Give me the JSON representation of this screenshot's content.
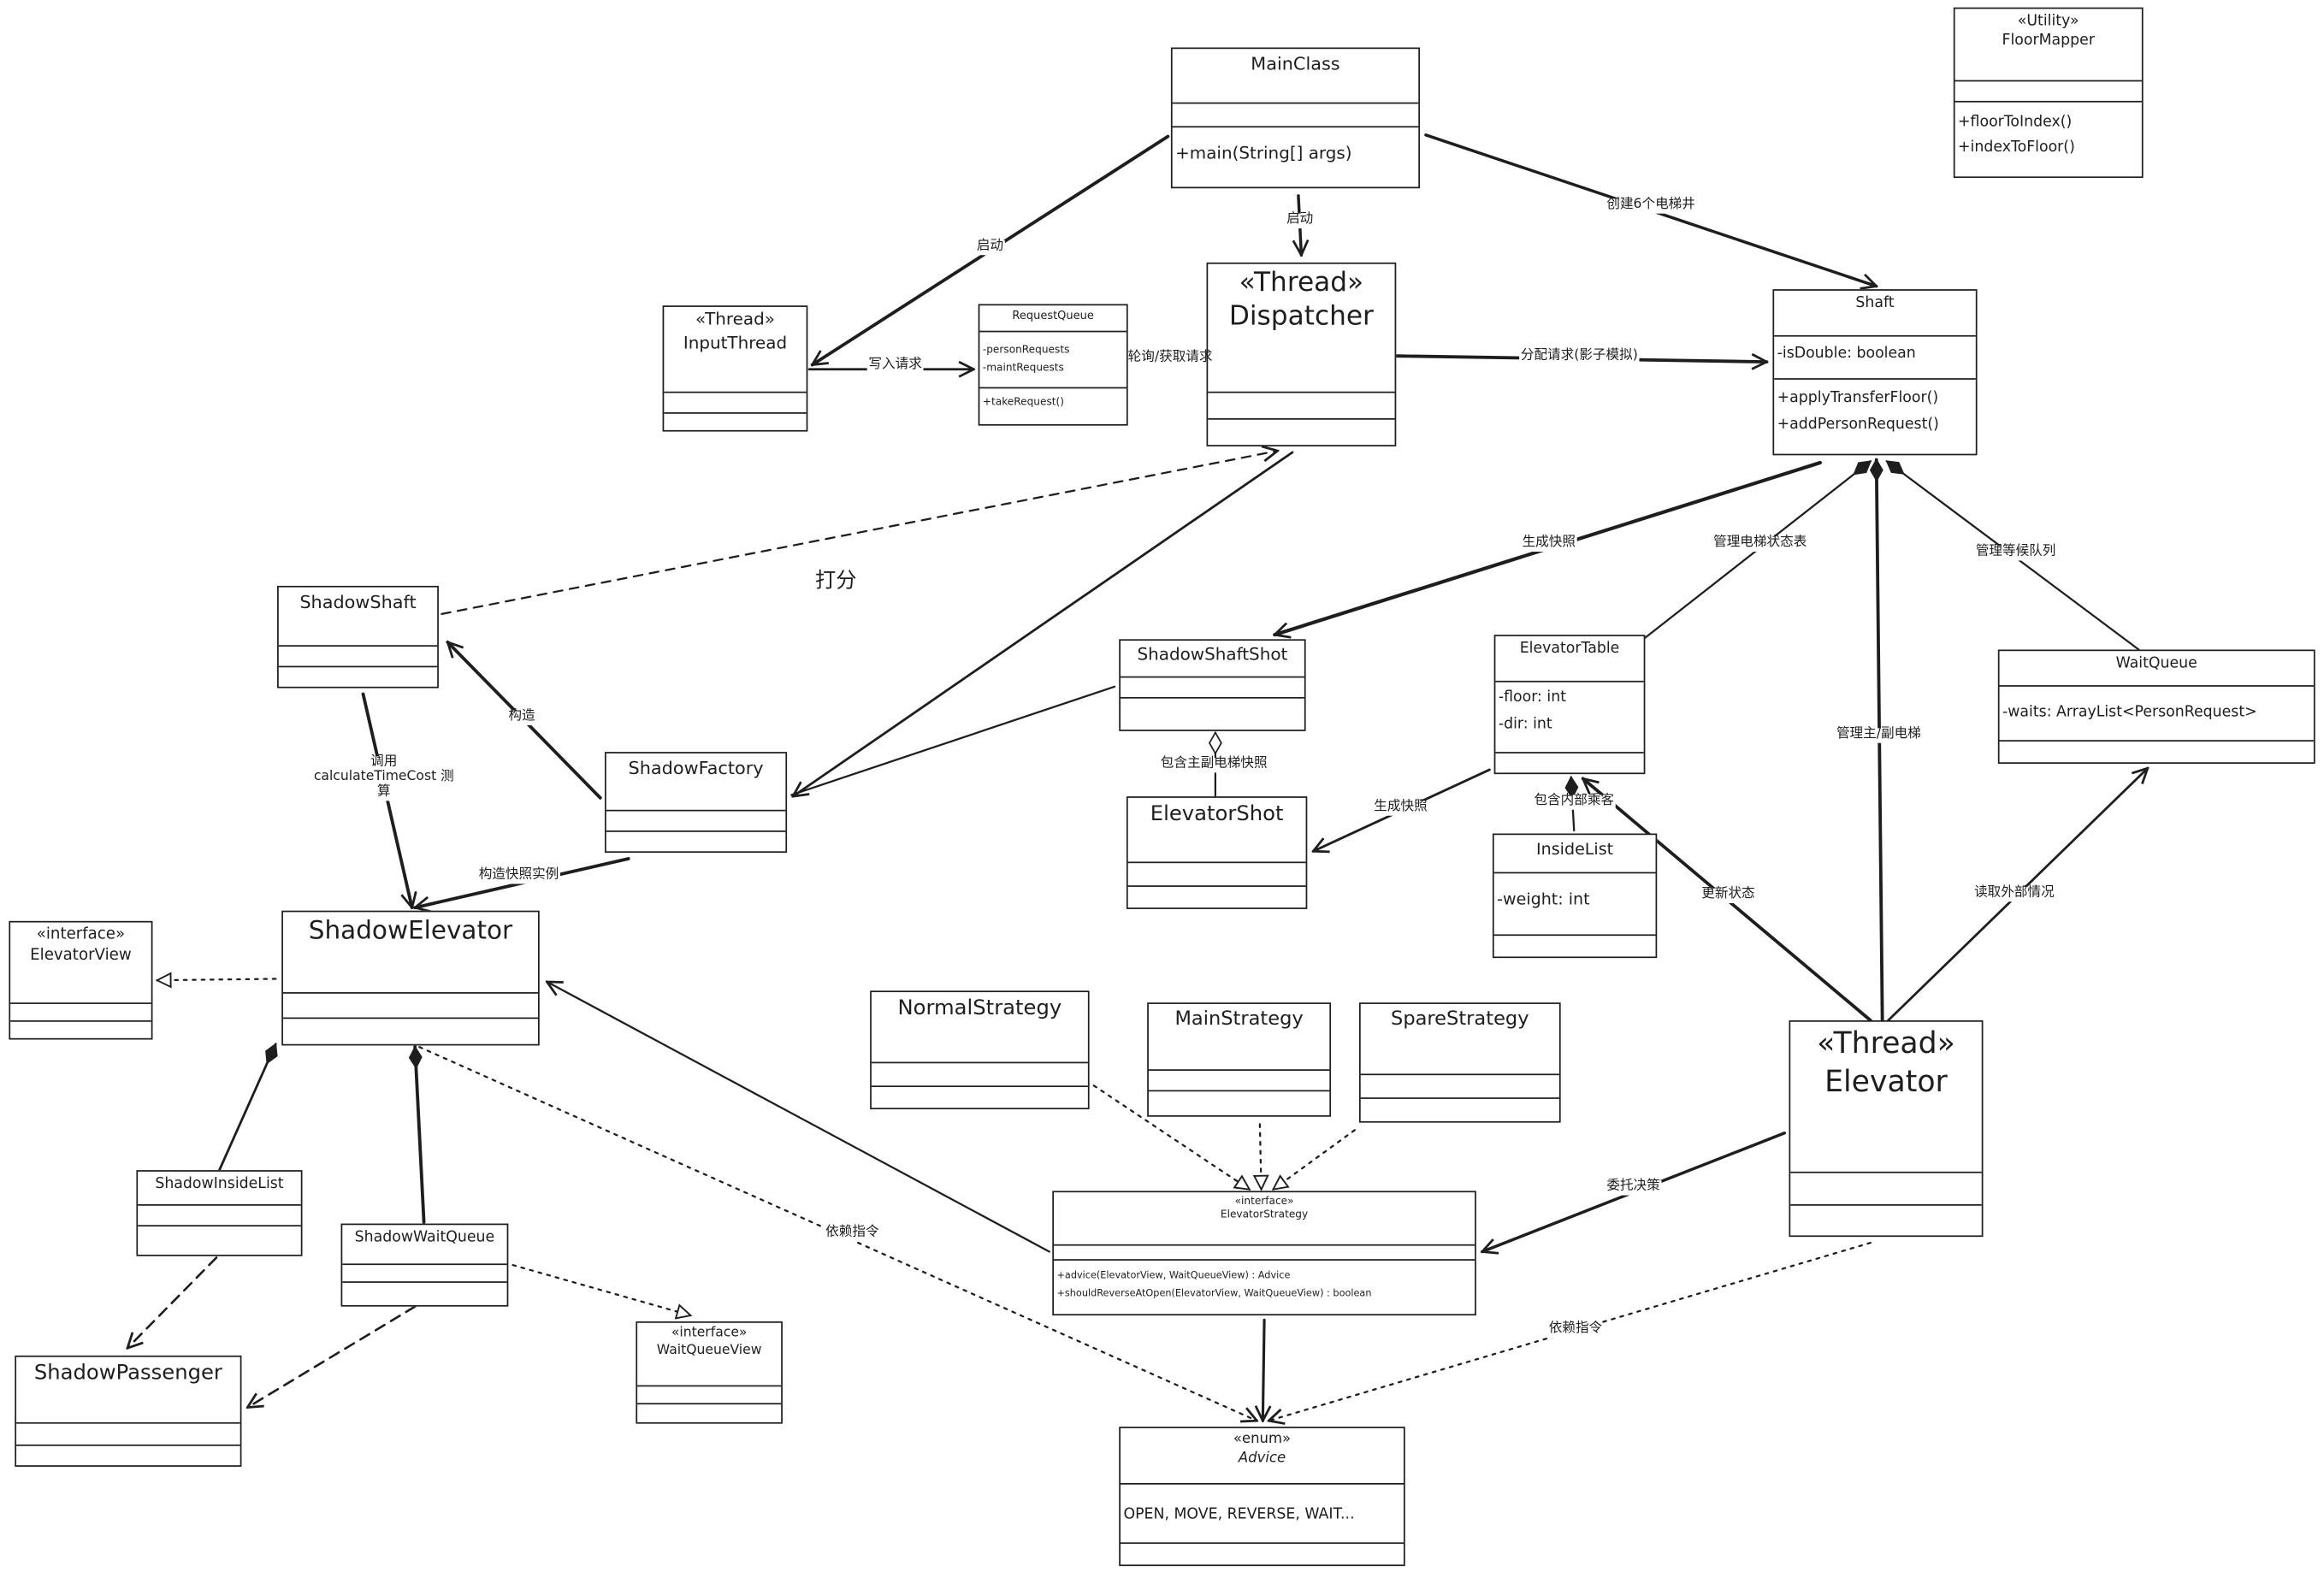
{
  "classes": {
    "main_class": {
      "title": "MainClass",
      "methods": [
        "+main(String[] args)"
      ]
    },
    "floor_mapper": {
      "stereotype": "«Utility»",
      "title": "FloorMapper",
      "methods": [
        "+floorToIndex()",
        "+indexToFloor()"
      ]
    },
    "input_thread": {
      "stereotype": "«Thread»",
      "title": "InputThread"
    },
    "request_queue": {
      "title": "RequestQueue",
      "attributes": [
        "-personRequests",
        "-maintRequests"
      ],
      "methods": [
        "+takeRequest()"
      ]
    },
    "dispatcher": {
      "stereotype": "«Thread»",
      "title": "Dispatcher"
    },
    "shaft": {
      "title": "Shaft",
      "attributes": [
        "-isDouble: boolean"
      ],
      "methods": [
        "+applyTransferFloor()",
        "+addPersonRequest()"
      ]
    },
    "shadow_shaft": {
      "title": "ShadowShaft"
    },
    "shadow_shaft_shot": {
      "title": "ShadowShaftShot"
    },
    "elevator_table": {
      "title": "ElevatorTable",
      "attributes": [
        "-floor: int",
        "-dir: int"
      ]
    },
    "wait_queue": {
      "title": "WaitQueue",
      "attributes": [
        "-waits: ArrayList<PersonRequest>"
      ]
    },
    "shadow_factory": {
      "title": "ShadowFactory"
    },
    "elevator_shot": {
      "title": "ElevatorShot"
    },
    "inside_list": {
      "title": "InsideList",
      "attributes": [
        "-weight: int"
      ]
    },
    "elevator_view": {
      "stereotype": "«interface»",
      "title": "ElevatorView"
    },
    "shadow_elevator": {
      "title": "ShadowElevator"
    },
    "normal_strategy": {
      "title": "NormalStrategy"
    },
    "main_strategy": {
      "title": "MainStrategy"
    },
    "spare_strategy": {
      "title": "SpareStrategy"
    },
    "elevator": {
      "stereotype": "«Thread»",
      "title": "Elevator"
    },
    "shadow_inside_list": {
      "title": "ShadowInsideList"
    },
    "shadow_wait_queue": {
      "title": "ShadowWaitQueue"
    },
    "elevator_strategy": {
      "stereotype": "«interface»",
      "title": "ElevatorStrategy",
      "methods": [
        "+advice(ElevatorView, WaitQueueView) : Advice",
        "+shouldReverseAtOpen(ElevatorView, WaitQueueView) : boolean"
      ]
    },
    "shadow_passenger": {
      "title": "ShadowPassenger"
    },
    "wait_queue_view": {
      "stereotype": "«interface»",
      "title": "WaitQueueView"
    },
    "advice": {
      "stereotype": "«enum»",
      "title": "Advice",
      "values": [
        "OPEN, MOVE, REVERSE, WAIT..."
      ]
    }
  },
  "relations": {
    "start_input": "启动",
    "start_dispatcher": "启动",
    "create_shafts": "创建6个电梯井",
    "write_request": "写入请求",
    "poll_request": "轮询/获取请求",
    "assign_request": "分配请求(影子模拟)",
    "score": "打分",
    "gen_snapshot": "生成快照",
    "manage_table": "管理电梯状态表",
    "manage_queue": "管理等候队列",
    "construct": "构造",
    "call_calc": "调用\ncalculateTimeCost 测\n算",
    "contains_shots": "包含主副电梯快照",
    "gen_snapshot2": "生成快照",
    "contains_inside": "包含内部乘客",
    "manage_elevators": "管理主/副电梯",
    "construct_snapshot": "构造快照实例",
    "update_state": "更新状态",
    "read_outside": "读取外部情况",
    "depends_cmd1": "依赖指令",
    "delegate": "委托决策",
    "depends_cmd2": "依赖指令"
  }
}
